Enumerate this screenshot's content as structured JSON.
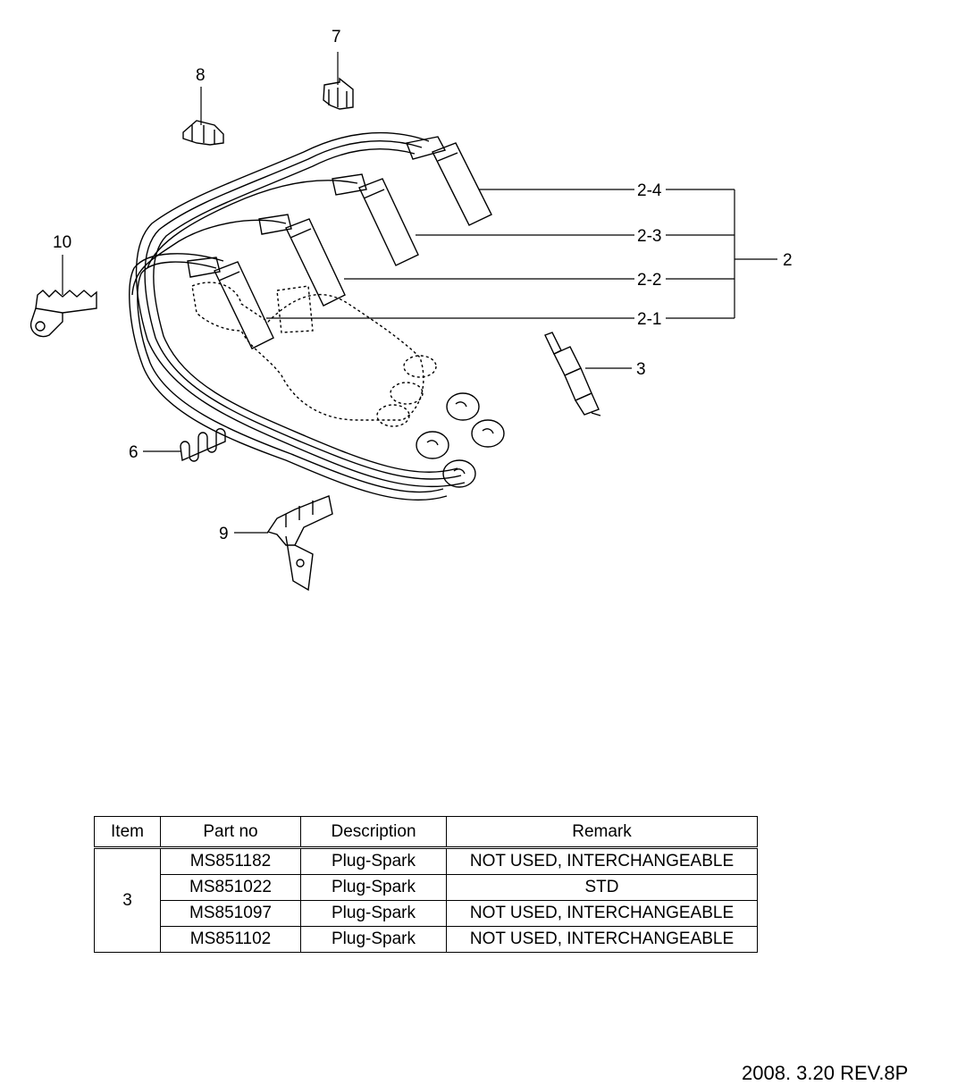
{
  "callouts": {
    "c7": "7",
    "c8": "8",
    "c10": "10",
    "c2_4": "2-4",
    "c2_3": "2-3",
    "c2_2": "2-2",
    "c2_1": "2-1",
    "c2": "2",
    "c3": "3",
    "c6": "6",
    "c9": "9"
  },
  "table": {
    "headers": [
      "Item",
      "Part no",
      "Description",
      "Remark"
    ],
    "item": "3",
    "rows": [
      {
        "part_no": "MS851182",
        "description": "Plug-Spark",
        "remark": "NOT USED, INTERCHANGEABLE"
      },
      {
        "part_no": "MS851022",
        "description": "Plug-Spark",
        "remark": "STD"
      },
      {
        "part_no": "MS851097",
        "description": "Plug-Spark",
        "remark": "NOT USED, INTERCHANGEABLE"
      },
      {
        "part_no": "MS851102",
        "description": "Plug-Spark",
        "remark": "NOT USED, INTERCHANGEABLE"
      }
    ]
  },
  "footer": "2008. 3.20 REV.8P"
}
